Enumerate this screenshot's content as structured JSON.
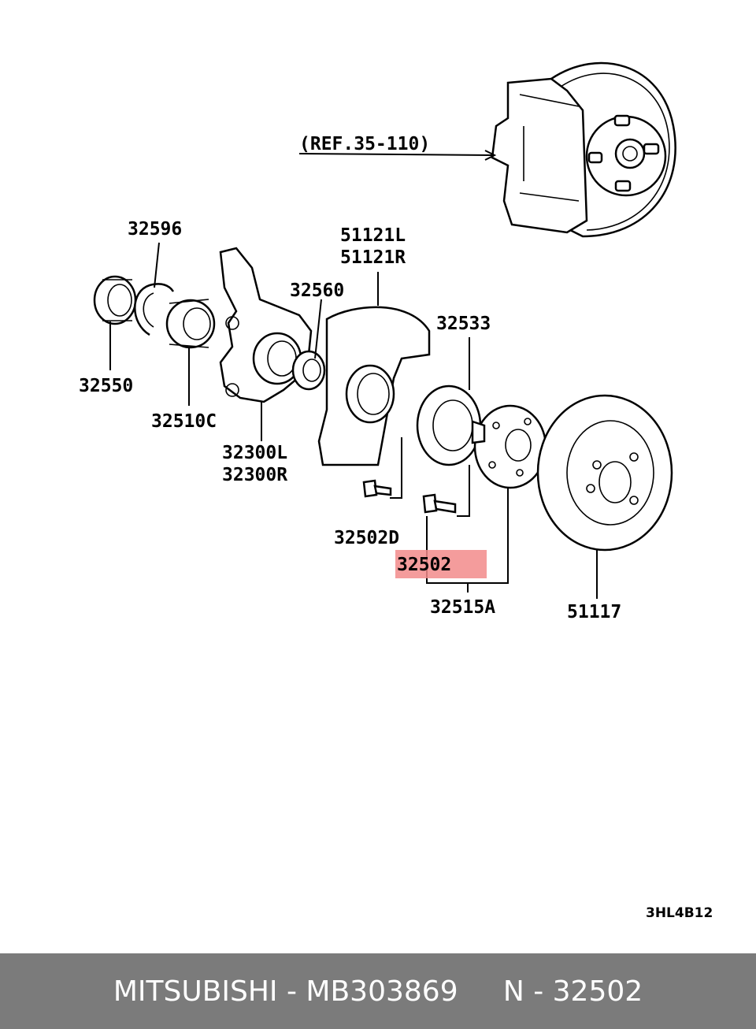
{
  "diagram": {
    "ref_label": "(REF.35-110)",
    "labels": {
      "p32596": "32596",
      "p32550": "32550",
      "p32510C": "32510C",
      "p32560": "32560",
      "p32300L": "32300L",
      "p32300R": "32300R",
      "p51121L": "51121L",
      "p51121R": "51121R",
      "p32533": "32533",
      "p32502D": "32502D",
      "p32502": "32502",
      "p32515A": "32515A",
      "p51117": "51117"
    },
    "figure_code": "3HL4B12",
    "highlight_color": "#f28b8b"
  },
  "footer": {
    "text": "MITSUBISHI - MB303869     N - 32502",
    "background": "#7b7b7b"
  }
}
